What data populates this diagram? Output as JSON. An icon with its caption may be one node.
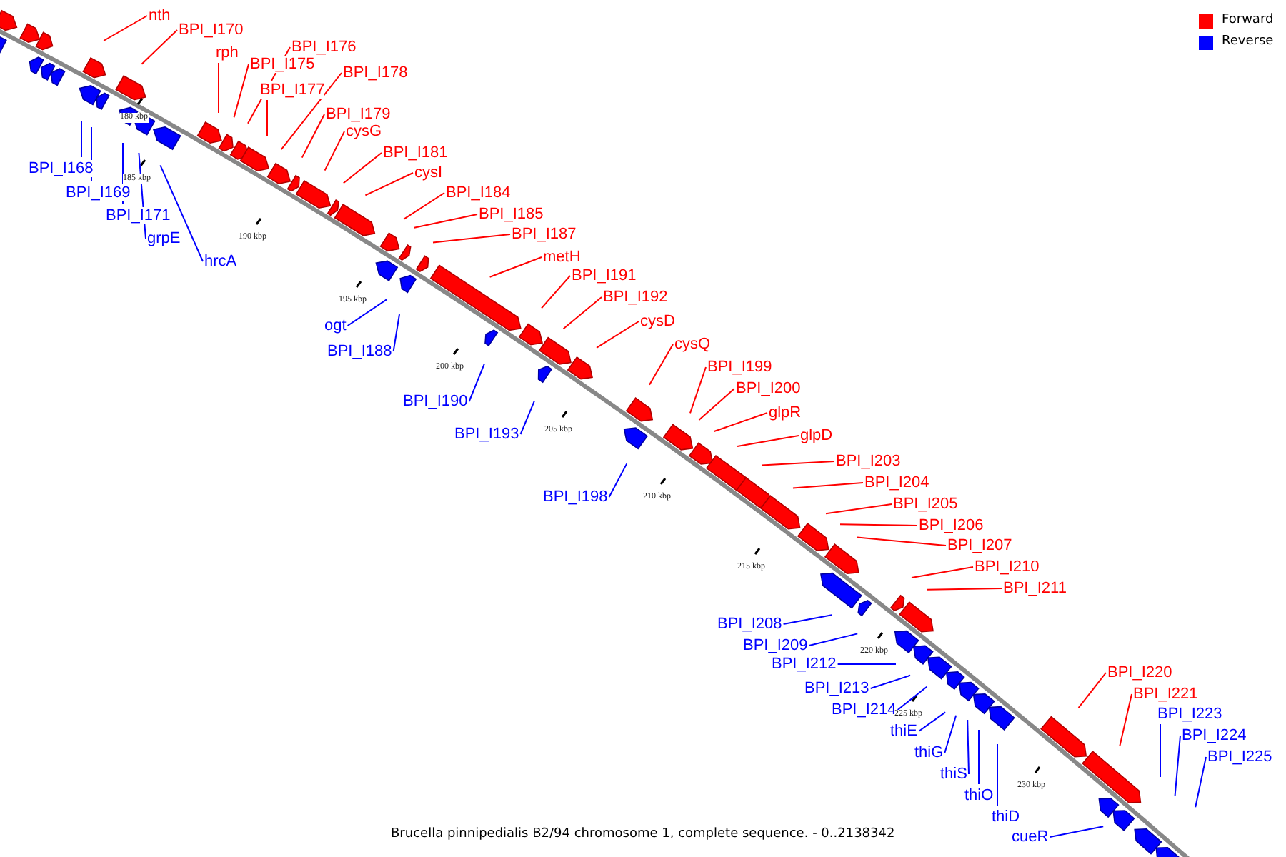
{
  "diagram": {
    "caption": "Brucella pinnipedialis B2/94 chromosome 1, complete sequence. - 0..2138342",
    "nodes": [
      {
        "text": [
          "nth"
        ]
      },
      {
        "text": [
          "BPI_I170"
        ]
      },
      {
        "text": [
          "rph"
        ]
      },
      {
        "text": [
          "BPI_I176"
        ]
      },
      {
        "text": [
          "BPI_I175"
        ]
      },
      {
        "text": [
          "BPI_I178"
        ]
      },
      {
        "text": [
          "BPI_I177"
        ]
      },
      {
        "text": [
          "BPI_I179"
        ]
      },
      {
        "text": [
          "cysG"
        ]
      },
      {
        "text": [
          "BPI_I181"
        ]
      },
      {
        "text": [
          "cysI"
        ]
      },
      {
        "text": [
          "BPI_I184"
        ]
      },
      {
        "text": [
          "BPI_I185"
        ]
      },
      {
        "text": [
          "BPI_I187"
        ]
      },
      {
        "text": [
          "metH"
        ]
      },
      {
        "text": [
          "BPI_I191"
        ]
      },
      {
        "text": [
          "BPI_I192"
        ]
      },
      {
        "text": [
          "cysD"
        ]
      },
      {
        "text": [
          "cysQ"
        ]
      },
      {
        "text": [
          "BPI_I199"
        ]
      },
      {
        "text": [
          "BPI_I200"
        ]
      },
      {
        "text": [
          "glpR"
        ]
      },
      {
        "text": [
          "glpD"
        ]
      },
      {
        "text": [
          "BPI_I203"
        ]
      },
      {
        "text": [
          "BPI_I204"
        ]
      },
      {
        "text": [
          "BPI_I205"
        ]
      },
      {
        "text": [
          "BPI_I206"
        ]
      },
      {
        "text": [
          "BPI_I207"
        ]
      },
      {
        "text": [
          "BPI_I210"
        ]
      },
      {
        "text": [
          "BPI_I211"
        ]
      },
      {
        "text": [
          "BPI_I220"
        ]
      },
      {
        "text": [
          "BPI_I221"
        ]
      },
      {
        "text": [
          "BPI_I168"
        ]
      },
      {
        "text": [
          "BPI_I169"
        ]
      },
      {
        "text": [
          "BPI_I171"
        ]
      },
      {
        "text": [
          "grpE"
        ]
      },
      {
        "text": [
          "hrcA"
        ]
      },
      {
        "text": [
          "ogt"
        ]
      },
      {
        "text": [
          "BPI_I188"
        ]
      },
      {
        "text": [
          "BPI_I190"
        ]
      },
      {
        "text": [
          "BPI_I193"
        ]
      },
      {
        "text": [
          "BPI_I198"
        ]
      },
      {
        "text": [
          "BPI_I208"
        ]
      },
      {
        "text": [
          "BPI_I209"
        ]
      },
      {
        "text": [
          "BPI_I212"
        ]
      },
      {
        "text": [
          "BPI_I213"
        ]
      },
      {
        "text": [
          "BPI_I214"
        ]
      },
      {
        "text": [
          "thiE"
        ]
      },
      {
        "text": [
          "thiG"
        ]
      },
      {
        "text": [
          "thiS"
        ]
      },
      {
        "text": [
          "thiO"
        ]
      },
      {
        "text": [
          "thiD"
        ]
      },
      {
        "text": [
          "cueR"
        ]
      },
      {
        "text": [
          "BPI_I223"
        ]
      },
      {
        "text": [
          "BPI_I224"
        ]
      },
      {
        "text": [
          "BPI_I225"
        ]
      }
    ],
    "edges": [
      {
        "from": 0,
        "to": null,
        "arrow": "none"
      },
      {
        "from": 1,
        "to": null,
        "arrow": "none"
      },
      {
        "from": 2,
        "to": null,
        "arrow": "none"
      },
      {
        "from": 3,
        "to": null,
        "arrow": "none"
      },
      {
        "from": 4,
        "to": null,
        "arrow": "none"
      },
      {
        "from": 5,
        "to": null,
        "arrow": "none"
      },
      {
        "from": 6,
        "to": null,
        "arrow": "none"
      },
      {
        "from": 7,
        "to": null,
        "arrow": "none"
      },
      {
        "from": 8,
        "to": null,
        "arrow": "none"
      },
      {
        "from": 9,
        "to": null,
        "arrow": "none"
      },
      {
        "from": 10,
        "to": null,
        "arrow": "none"
      },
      {
        "from": 11,
        "to": null,
        "arrow": "none"
      },
      {
        "from": 12,
        "to": null,
        "arrow": "none"
      },
      {
        "from": 13,
        "to": null,
        "arrow": "none"
      },
      {
        "from": 14,
        "to": null,
        "arrow": "none"
      },
      {
        "from": 15,
        "to": null,
        "arrow": "none"
      },
      {
        "from": 16,
        "to": null,
        "arrow": "none"
      },
      {
        "from": 17,
        "to": null,
        "arrow": "none"
      },
      {
        "from": 18,
        "to": null,
        "arrow": "none"
      },
      {
        "from": 19,
        "to": null,
        "arrow": "none"
      },
      {
        "from": 20,
        "to": null,
        "arrow": "none"
      },
      {
        "from": 21,
        "to": null,
        "arrow": "none"
      },
      {
        "from": 22,
        "to": null,
        "arrow": "none"
      },
      {
        "from": 23,
        "to": null,
        "arrow": "none"
      },
      {
        "from": 24,
        "to": null,
        "arrow": "none"
      },
      {
        "from": 25,
        "to": null,
        "arrow": "none"
      },
      {
        "from": 26,
        "to": null,
        "arrow": "none"
      },
      {
        "from": 27,
        "to": null,
        "arrow": "none"
      },
      {
        "from": 28,
        "to": null,
        "arrow": "none"
      },
      {
        "from": 29,
        "to": null,
        "arrow": "none"
      },
      {
        "from": 30,
        "to": null,
        "arrow": "none"
      },
      {
        "from": 31,
        "to": null,
        "arrow": "none"
      },
      {
        "from": 32,
        "to": null,
        "arrow": "none",
        "color": "#0000ff"
      },
      {
        "from": 33,
        "to": null,
        "arrow": "none",
        "color": "#0000ff"
      },
      {
        "from": 34,
        "to": null,
        "arrow": "none",
        "color": "#0000ff"
      },
      {
        "from": 35,
        "to": null,
        "arrow": "none",
        "color": "#0000ff"
      },
      {
        "from": 36,
        "to": null,
        "arrow": "none",
        "color": "#0000ff"
      },
      {
        "from": 37,
        "to": null,
        "arrow": "none",
        "color": "#0000ff"
      },
      {
        "from": 38,
        "to": null,
        "arrow": "none",
        "color": "#0000ff"
      },
      {
        "from": 39,
        "to": null,
        "arrow": "none",
        "color": "#0000ff"
      },
      {
        "from": 40,
        "to": null,
        "arrow": "none",
        "color": "#0000ff"
      },
      {
        "from": 41,
        "to": null,
        "arrow": "none",
        "color": "#0000ff"
      },
      {
        "from": 42,
        "to": null,
        "arrow": "none",
        "color": "#0000ff"
      },
      {
        "from": 43,
        "to": null,
        "arrow": "none",
        "color": "#0000ff"
      },
      {
        "from": 44,
        "to": null,
        "arrow": "none",
        "color": "#0000ff"
      },
      {
        "from": 45,
        "to": null,
        "arrow": "none",
        "color": "#0000ff"
      },
      {
        "from": 46,
        "to": null,
        "arrow": "none",
        "color": "#0000ff"
      },
      {
        "from": 47,
        "to": null,
        "arrow": "none",
        "color": "#0000ff"
      },
      {
        "from": 48,
        "to": null,
        "arrow": "none",
        "color": "#0000ff"
      },
      {
        "from": 49,
        "to": null,
        "arrow": "none",
        "color": "#0000ff"
      },
      {
        "from": 50,
        "to": null,
        "arrow": "none",
        "color": "#0000ff"
      },
      {
        "from": 51,
        "to": null,
        "arrow": "none",
        "color": "#0000ff"
      },
      {
        "from": 52,
        "to": null,
        "arrow": "none",
        "color": "#0000ff"
      },
      {
        "from": 53,
        "to": null,
        "arrow": "none",
        "color": "#0000ff"
      },
      {
        "from": 54,
        "to": null,
        "arrow": "none",
        "color": "#0000ff"
      },
      {
        "from": 55,
        "to": null,
        "arrow": "none",
        "color": "#0000ff"
      }
    ],
    "labels": [
      "180 kbp",
      "185 kbp",
      "190 kbp",
      "195 kbp",
      "200 kbp",
      "205 kbp",
      "210 kbp",
      "215 kbp",
      "220 kbp",
      "225 kbp",
      "230 kbp"
    ],
    "legend": [
      {
        "text": "Forward",
        "color": "#ff0000"
      },
      {
        "text": "Reverse",
        "color": "#0000ff"
      }
    ]
  }
}
